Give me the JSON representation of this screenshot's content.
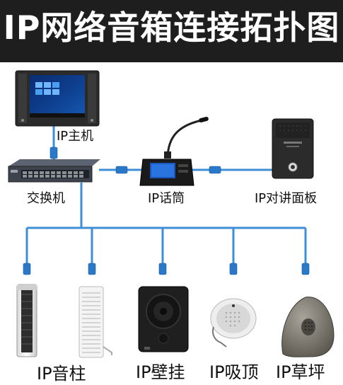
{
  "title": "IP网络音箱连接拓扑图",
  "nodes": {
    "host": "IP主机",
    "switch": "交换机",
    "mic": "IP话筒",
    "intercom": "IP对讲面板",
    "column": "IP音柱",
    "wall": "IP壁挂",
    "ceiling": "IP吸顶",
    "lawn": "IP草坪"
  },
  "colors": {
    "header_bg": "#1e1e1e",
    "cable": "#3f8fd8",
    "connector": "#2a78c8"
  }
}
